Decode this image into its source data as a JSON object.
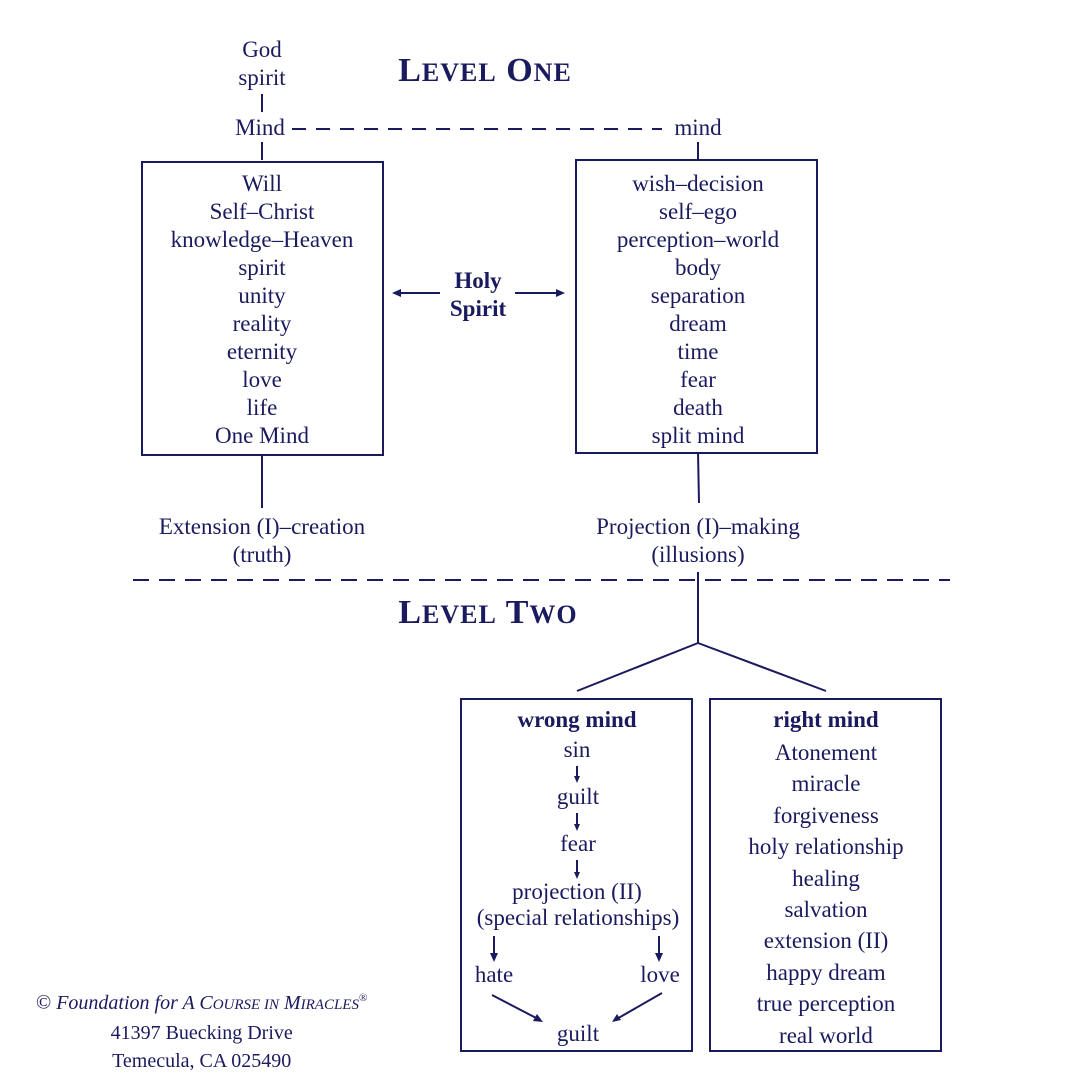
{
  "top": {
    "god": "God",
    "spirit": "spirit",
    "mind_upper": "Mind",
    "mind_lower": "mind"
  },
  "level_one": {
    "first_initial": "L",
    "first_rest": "EVEL",
    "second_initial": "O",
    "second_rest": "NE"
  },
  "level_two": {
    "first_initial": "L",
    "first_rest": "EVEL",
    "second_initial": "T",
    "second_rest": "WO"
  },
  "left_box": {
    "items": [
      "Will",
      "Self–Christ",
      "knowledge–Heaven",
      "spirit",
      "unity",
      "reality",
      "eternity",
      "love",
      "life",
      "One Mind"
    ]
  },
  "right_box": {
    "items": [
      "wish–decision",
      "self–ego",
      "perception–world",
      "body",
      "separation",
      "dream",
      "time",
      "fear",
      "death",
      "split mind"
    ]
  },
  "holy_spirit": {
    "line1": "Holy",
    "line2": "Spirit"
  },
  "extension": {
    "line1": "Extension (I)–creation",
    "line2": "(truth)"
  },
  "projection": {
    "line1": "Projection (I)–making",
    "line2": "(illusions)"
  },
  "wrong_mind": {
    "title": "wrong mind",
    "sin": "sin",
    "guilt1": "guilt",
    "fear": "fear",
    "projection": "projection (II)",
    "special": "(special relationships)",
    "hate": "hate",
    "love": "love",
    "guilt2": "guilt"
  },
  "right_mind": {
    "title": "right mind",
    "items": [
      "Atonement",
      "miracle",
      "forgiveness",
      "holy relationship",
      "healing",
      "salvation",
      "extension (II)",
      "happy dream",
      "true perception",
      "real world"
    ]
  },
  "footer": {
    "copyright": "©",
    "org_prefix": "Foundation for A",
    "org_c": "C",
    "org_ourse": "OURSE IN",
    "org_m": "M",
    "org_iracles": "IRACLES",
    "registered": "®",
    "address": "41397 Buecking Drive",
    "city": "Temecula, CA 025490"
  },
  "colors": {
    "ink": "#1a1a5e",
    "background": "#ffffff"
  }
}
